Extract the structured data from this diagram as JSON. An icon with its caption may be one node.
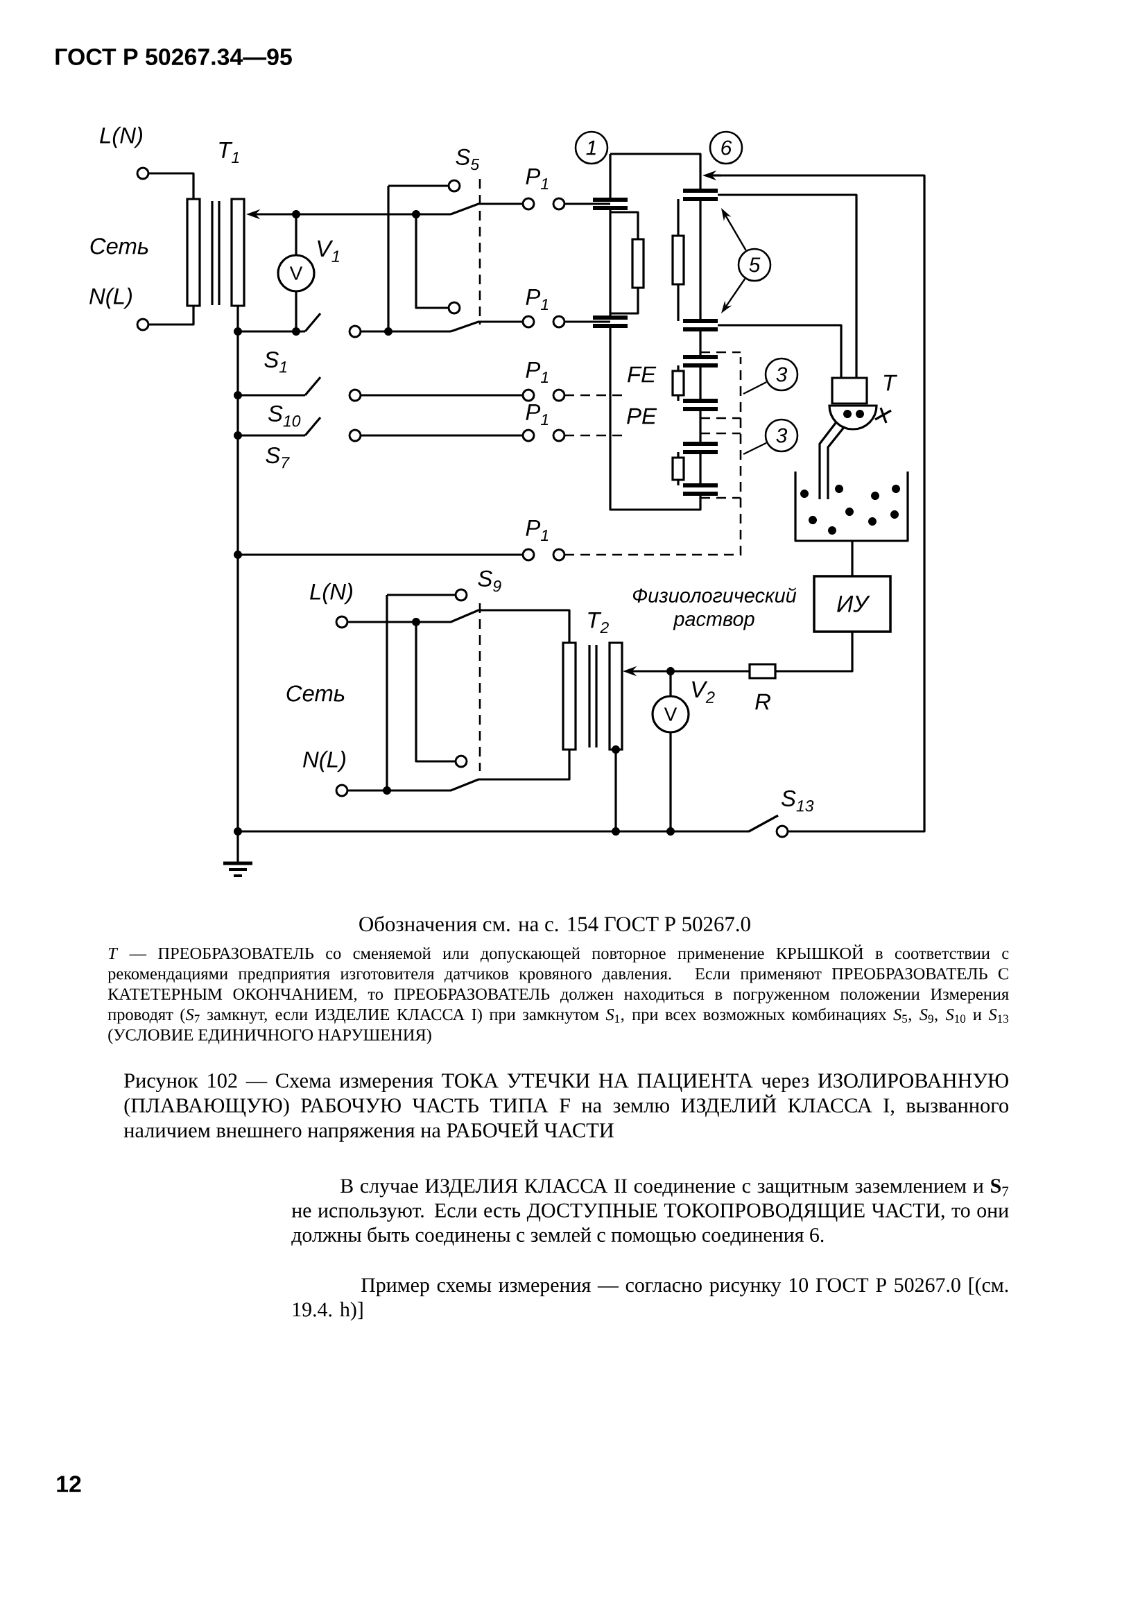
{
  "diagram": {
    "caption": "Рисунок 102 — Схема измерения ТОКА УТЕЧКИ НА ПАЦИЕНТА через ИЗОЛИРОВАННУЮ (ПЛАВАЮЩУЮ) РАБОЧУЮ ЧАСТЬ ТИПА F на землю ИЗДЕЛИЙ КЛАССА I, вызванного наличием внешнего напряжения на РАБОЧЕЙ ЧАСТИ",
    "nodes": [
      {
        "text": [
          "1"
        ]
      },
      {
        "text": [
          "6"
        ]
      },
      {
        "text": [
          "5"
        ]
      },
      {
        "text": [
          "3"
        ]
      },
      {
        "text": [
          "3"
        ]
      },
      {
        "text": [
          "V"
        ],
        "beside": [
          "V$_{1}$"
        ]
      },
      {
        "text": [
          "V"
        ],
        "beside": [
          "V$_{2}$"
        ]
      },
      {
        "text": [
          "ИУ"
        ]
      }
    ],
    "edges": [
      {
        "from": 2,
        "to": null,
        "arrow": "to"
      },
      {
        "from": 2,
        "to": null,
        "arrow": "to"
      },
      {
        "from": 3,
        "to": null,
        "arrow": "none"
      },
      {
        "from": 4,
        "to": null,
        "arrow": "none"
      }
    ],
    "labels": [
      "ГОСТ Р 50267.34—95",
      "L(N)",
      "T$_{1}$",
      "S$_{5}$",
      "P$_{1}$",
      "Сеть",
      "N(L)",
      "P$_{1}$",
      "S$_{1}$",
      "P$_{1}$",
      "FE",
      "T",
      "S$_{10}$",
      "P$_{1}$",
      "PE",
      "S$_{7}$",
      "P$_{1}$",
      "Физиологический раствор",
      "L(N)",
      "S$_{9}$",
      "T$_{2}$",
      "Сеть",
      "R",
      "N(L)",
      "S$_{13}$",
      "Обозначения см. на с. 154 ГОСТ Р 50267.0",
      "*T* — ПРЕОБРАЗОВАТЕЛЬ со сменяемой или допускающей повторное применение КРЫШКОЙ в соответствии с рекомендациями предприятия изготовителя датчиков кровяного давления. Если применяют ПРЕОБРАЗОВАТЕЛЬ С КАТЕТЕРНЫМ ОКОНЧАНИЕМ, то ПРЕОБРАЗОВАТЕЛЬ должен находиться в погруженном положении Измерения проводят (*S*$_{7}$ замкнут, если ИЗДЕЛИЕ КЛАССА I) при замкнутом *S*$_{1}$, при всех возможных комбинациях *S*$_{5}$, *S*$_{9}$, *S*$_{10}$ и *S*$_{13}$ (УСЛОВИЕ ЕДИНИЧНОГО НАРУШЕНИЯ)",
      "В случае ИЗДЕЛИЯ КЛАССА II соединение с защитным заземлением и **S**$_{7}$ не используют. Если есть ДОСТУПНЫЕ ТОКОПРОВОДЯЩИЕ ЧАСТИ, то они должны быть соединены с землей с помощью соединения 6.",
      "Пример схемы измерения — согласно рисунку 10 ГОСТ Р 50267.0 [(см. 19.4. h)]",
      "12"
    ]
  }
}
